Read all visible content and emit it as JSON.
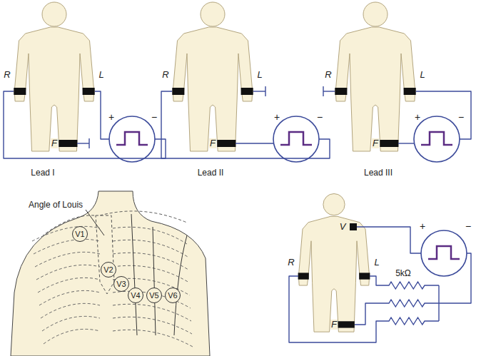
{
  "diagram": {
    "nodes": [
      {
        "text": [
          "V1"
        ]
      },
      {
        "text": [
          "V2"
        ]
      },
      {
        "text": [
          "V3"
        ]
      },
      {
        "text": [
          "V4"
        ]
      },
      {
        "text": [
          "V5"
        ]
      },
      {
        "text": [
          "V6"
        ]
      }
    ],
    "labels": [
      "R",
      "L",
      "F",
      "+",
      "−",
      "Lead I",
      "R",
      "L",
      "F",
      "+",
      "−",
      "Lead II",
      "R",
      "L",
      "F",
      "+",
      "−",
      "Lead III",
      "Angle of Louis",
      "V",
      "R",
      "L",
      "F",
      "+",
      "−",
      "5kΩ"
    ]
  }
}
